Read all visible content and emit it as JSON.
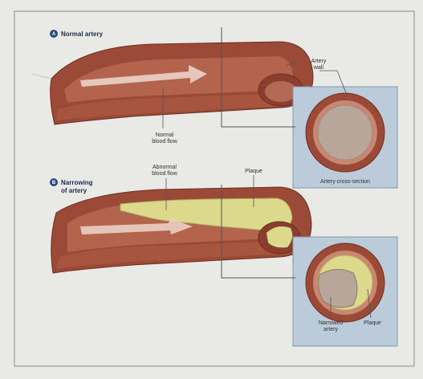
{
  "panel_a": {
    "badge": "A",
    "title": "Normal artery",
    "labels": {
      "artery_wall_line1": "Artery",
      "artery_wall_line2": "wall",
      "normal_flow_line1": "Normal",
      "normal_flow_line2": "blood flow",
      "cross_section": "Artery cross-section"
    }
  },
  "panel_b": {
    "badge": "B",
    "title_line1": "Narrowing",
    "title_line2": "of artery",
    "labels": {
      "abnormal_flow_line1": "Abnormal",
      "abnormal_flow_line2": "blood flow",
      "plaque_top": "Plaque",
      "narrowed_line1": "Narrowed",
      "narrowed_line2": "artery",
      "plaque_bottom": "Plaque"
    }
  },
  "colors": {
    "page_bg": "#e9e9e6",
    "frame": "#9a9a9a",
    "artery_wall": "#9b4a38",
    "artery_wall_dark": "#7a3324",
    "artery_lumen": "#c98670",
    "flow_arrow": "#e9cfc4",
    "plaque": "#dcd98c",
    "plaque_edge": "#b5b15e",
    "inset_bg": "#bccbd9",
    "inset_border": "#8096ad",
    "inner_disc": "#b9a69a",
    "leader": "#555555"
  }
}
